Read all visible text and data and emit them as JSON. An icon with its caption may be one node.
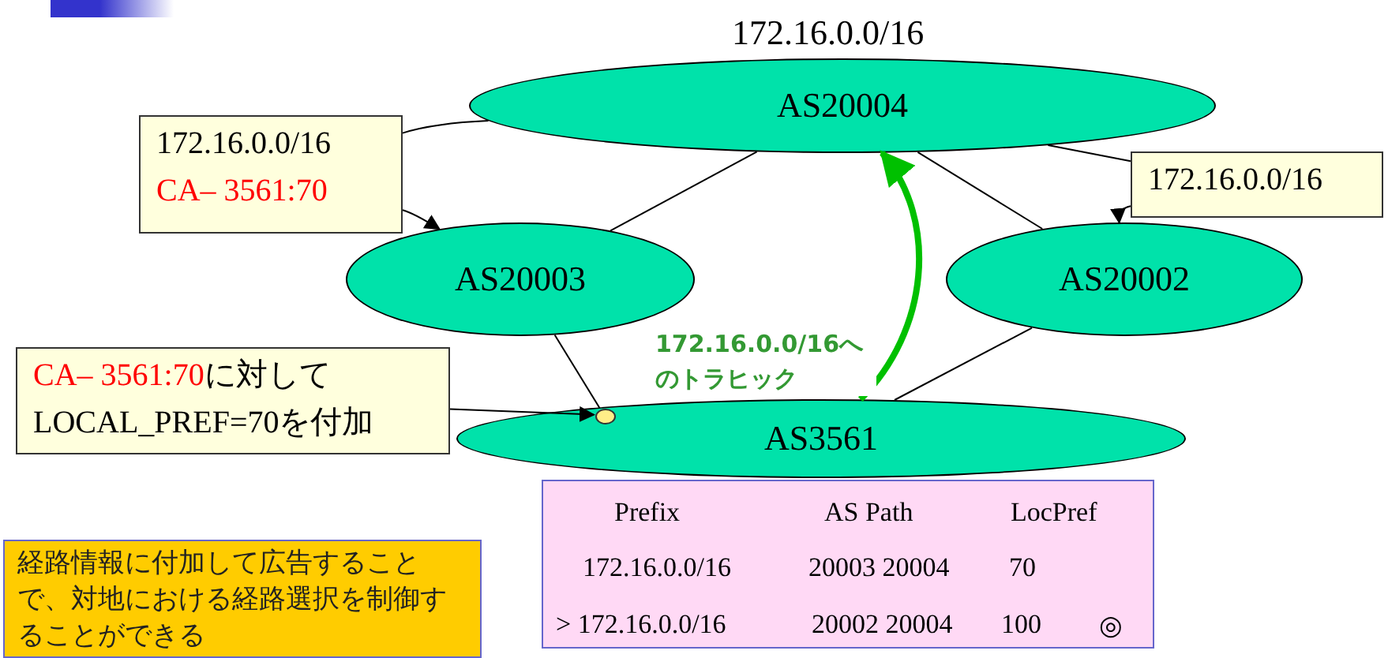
{
  "diagram": {
    "nodes": [
      {
        "text": [
          "AS20004"
        ],
        "beside": [
          "172.16.0.0/16"
        ]
      },
      {
        "text": [
          "172.16.0.0/16",
          "CA– 3561:70"
        ]
      },
      {
        "text": [
          "AS20003"
        ]
      },
      {
        "text": [
          "172.16.0.0/16"
        ]
      },
      {
        "text": [
          "AS20002"
        ]
      },
      {
        "text": [
          "CA– 3561:70",
          "に対して LOCAL_PREF=70を付加"
        ]
      },
      {
        "text": [],
        "shape": "circle",
        "in": 7
      },
      {
        "text": [
          "AS3561"
        ]
      },
      {
        "text": [
          "経路情報に付加して広告することで、対地における経路選択を制御することができる"
        ]
      }
    ],
    "edges": [
      {
        "from": 0,
        "to": 2,
        "arrow": "none"
      },
      {
        "from": 0,
        "to": 4,
        "arrow": "none"
      },
      {
        "from": 2,
        "to": 6,
        "arrow": "none"
      },
      {
        "from": 4,
        "to": 7,
        "arrow": "none"
      },
      {
        "from": 0,
        "to": 1,
        "arrow": "none"
      },
      {
        "from": 1,
        "to": 2,
        "arrow": "to"
      },
      {
        "from": 0,
        "to": 3,
        "arrow": "none"
      },
      {
        "from": 3,
        "to": 4,
        "arrow": "to"
      },
      {
        "from": 5,
        "to": 6,
        "arrow": "to"
      },
      {
        "from": 7,
        "to": 0,
        "arrow": "to",
        "label": "172.16.0.0/16へのトラヒック",
        "style": "thick",
        "color": "#00c000"
      }
    ],
    "labels": [
      "Prefix",
      "AS Path",
      "LocPref",
      "172.16.0.0/16",
      "20003 20004",
      "70",
      "> 172.16.0.0/16",
      "20002 20004",
      "100",
      "◎"
    ]
  }
}
